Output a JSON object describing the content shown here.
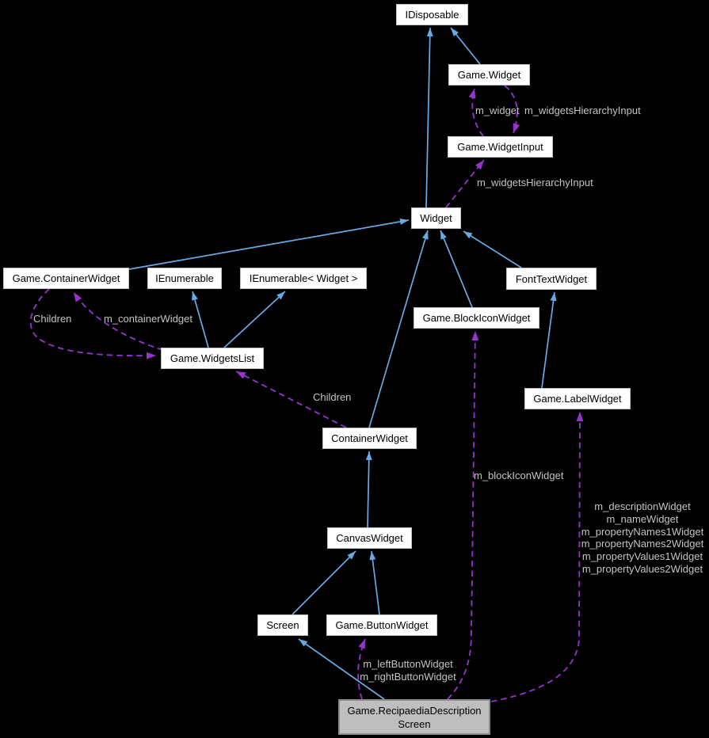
{
  "diagram": {
    "kind": "collaboration-graph",
    "background": "#000000",
    "colors": {
      "inheritance_edge": "#68aae6",
      "usage_edge": "#9733cf",
      "edge_label_text": "#c4c4c4",
      "node_fill": "#ffffff",
      "node_border": "#c2c2c2",
      "node_text": "#000000",
      "selected_node_fill": "#bebebe",
      "selected_node_border": "#8d8d8d"
    },
    "nodes": [
      {
        "id": "idisposable",
        "label": "IDisposable",
        "selected": false
      },
      {
        "id": "game-widget",
        "label": "Game.Widget",
        "selected": false
      },
      {
        "id": "game-widgetinput",
        "label": "Game.WidgetInput",
        "selected": false
      },
      {
        "id": "widget",
        "label": "Widget",
        "selected": false
      },
      {
        "id": "game-containerwidget",
        "label": "Game.ContainerWidget",
        "selected": false
      },
      {
        "id": "ienumerable",
        "label": "IEnumerable",
        "selected": false
      },
      {
        "id": "ienumerable-widget",
        "label": "IEnumerable< Widget >",
        "selected": false
      },
      {
        "id": "fonttextwidget",
        "label": "FontTextWidget",
        "selected": false
      },
      {
        "id": "game-blockiconwidget",
        "label": "Game.BlockIconWidget",
        "selected": false
      },
      {
        "id": "game-widgetslist",
        "label": "Game.WidgetsList",
        "selected": false
      },
      {
        "id": "game-labelwidget",
        "label": "Game.LabelWidget",
        "selected": false
      },
      {
        "id": "containerwidget",
        "label": "ContainerWidget",
        "selected": false
      },
      {
        "id": "canvaswidget",
        "label": "CanvasWidget",
        "selected": false
      },
      {
        "id": "screen",
        "label": "Screen",
        "selected": false
      },
      {
        "id": "game-buttonwidget",
        "label": "Game.ButtonWidget",
        "selected": false
      },
      {
        "id": "game-recipaediadescriptionscreen",
        "label_lines": [
          "Game.RecipaediaDescription",
          "Screen"
        ],
        "selected": true
      }
    ],
    "edge_labels": [
      {
        "id": "m-widget",
        "lines": [
          "m_widget"
        ]
      },
      {
        "id": "m-widgetshierarchyinput-top",
        "lines": [
          "m_widgetsHierarchyInput"
        ]
      },
      {
        "id": "m-widgetshierarchyinput-mid",
        "lines": [
          "m_widgetsHierarchyInput"
        ]
      },
      {
        "id": "children-left",
        "lines": [
          "Children"
        ]
      },
      {
        "id": "m-containerwidget",
        "lines": [
          "m_containerWidget"
        ]
      },
      {
        "id": "children-mid",
        "lines": [
          "Children"
        ]
      },
      {
        "id": "m-blockiconwidget",
        "lines": [
          "m_blockIconWidget"
        ]
      },
      {
        "id": "labelwidget-members",
        "lines": [
          "m_descriptionWidget",
          "m_nameWidget",
          "m_propertyNames1Widget",
          "m_propertyNames2Widget",
          "m_propertyValues1Widget",
          "m_propertyValues2Widget"
        ]
      },
      {
        "id": "button-members",
        "lines": [
          "m_leftButtonWidget",
          "m_rightButtonWidget"
        ]
      }
    ],
    "edges": [
      {
        "from": "Widget",
        "to": "IDisposable",
        "type": "inheritance"
      },
      {
        "from": "Game.Widget",
        "to": "IDisposable",
        "type": "inheritance"
      },
      {
        "from": "Game.WidgetInput",
        "to": "Game.Widget",
        "type": "usage",
        "label_id": "m-widget"
      },
      {
        "from": "Game.Widget",
        "to": "Game.WidgetInput",
        "type": "usage",
        "label_id": "m-widgetshierarchyinput-top"
      },
      {
        "from": "Widget",
        "to": "Game.WidgetInput",
        "type": "usage",
        "label_id": "m-widgetshierarchyinput-mid"
      },
      {
        "from": "Game.ContainerWidget",
        "to": "Widget",
        "type": "inheritance"
      },
      {
        "from": "Game.ContainerWidget",
        "to": "Game.WidgetsList",
        "type": "usage",
        "label_id": "children-left"
      },
      {
        "from": "Game.WidgetsList",
        "to": "Game.ContainerWidget",
        "type": "usage",
        "label_id": "m-containerwidget"
      },
      {
        "from": "Game.WidgetsList",
        "to": "IEnumerable",
        "type": "inheritance"
      },
      {
        "from": "Game.WidgetsList",
        "to": "IEnumerable< Widget >",
        "type": "inheritance"
      },
      {
        "from": "ContainerWidget",
        "to": "Widget",
        "type": "inheritance"
      },
      {
        "from": "ContainerWidget",
        "to": "Game.WidgetsList",
        "type": "usage",
        "label_id": "children-mid"
      },
      {
        "from": "Game.BlockIconWidget",
        "to": "Widget",
        "type": "inheritance"
      },
      {
        "from": "FontTextWidget",
        "to": "Widget",
        "type": "inheritance"
      },
      {
        "from": "Game.LabelWidget",
        "to": "FontTextWidget",
        "type": "inheritance"
      },
      {
        "from": "CanvasWidget",
        "to": "ContainerWidget",
        "type": "inheritance"
      },
      {
        "from": "Screen",
        "to": "CanvasWidget",
        "type": "inheritance"
      },
      {
        "from": "Game.ButtonWidget",
        "to": "CanvasWidget",
        "type": "inheritance"
      },
      {
        "from": "Game.RecipaediaDescriptionScreen",
        "to": "Screen",
        "type": "inheritance"
      },
      {
        "from": "Game.RecipaediaDescriptionScreen",
        "to": "Game.ButtonWidget",
        "type": "usage",
        "label_id": "button-members"
      },
      {
        "from": "Game.RecipaediaDescriptionScreen",
        "to": "Game.BlockIconWidget",
        "type": "usage",
        "label_id": "m-blockiconwidget"
      },
      {
        "from": "Game.RecipaediaDescriptionScreen",
        "to": "Game.LabelWidget",
        "type": "usage",
        "label_id": "labelwidget-members"
      }
    ]
  }
}
